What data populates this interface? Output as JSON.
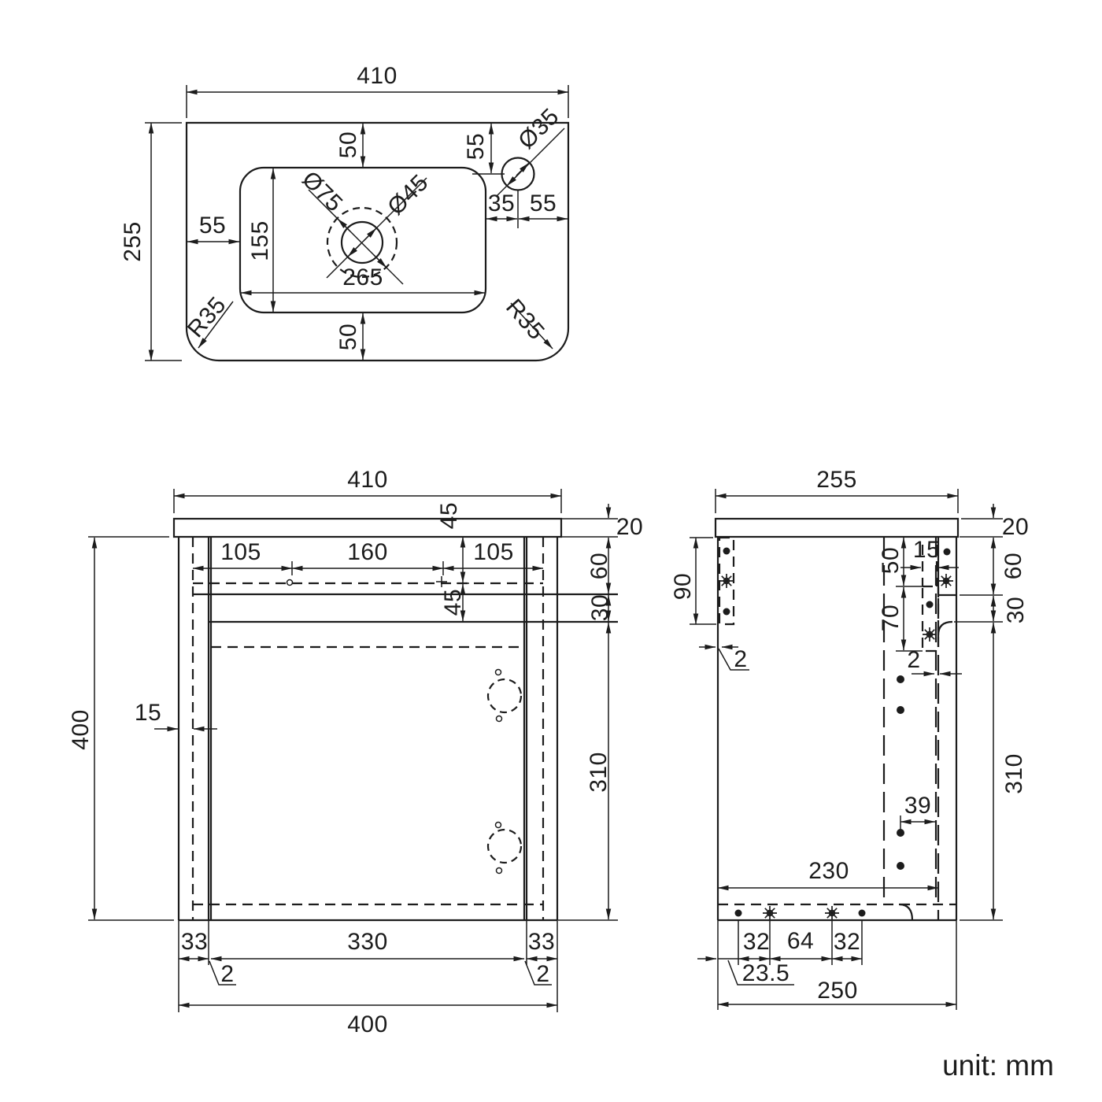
{
  "unit_label": "unit: mm",
  "top_view": {
    "width": "410",
    "depth": "255",
    "cutout_top_gap": "50",
    "cutout_bottom_gap": "50",
    "cutout_left_gap": "55",
    "cutout_width": "265",
    "cutout_height": "155",
    "drain_outer_dia": "Ø75",
    "drain_inner_dia": "Ø45",
    "faucet_dia": "Ø35",
    "faucet_top_offset": "55",
    "faucet_from_cutout": "35",
    "faucet_from_edge": "55",
    "corner_radius_left": "R35",
    "corner_radius_right": "R35"
  },
  "front_view": {
    "top_width": "410",
    "counter_thickness": "20",
    "offset_left": "105",
    "offset_center": "160",
    "offset_right": "105",
    "rail_depth_a": "45",
    "rail_depth_b": "45",
    "rail_height": "60",
    "gap_under_rail": "30",
    "side_thickness": "15",
    "body_height": "400",
    "door_height": "310",
    "bottom_left": "33",
    "door_width": "330",
    "bottom_right": "33",
    "gap_left": "2",
    "gap_right": "2",
    "total_width": "400"
  },
  "side_view": {
    "depth": "255",
    "counter_thickness": "20",
    "strip_length": "90",
    "front_gap": "2",
    "bracket_top_offset": "50",
    "bracket_width": "15",
    "bracket_height": "70",
    "rail_height": "60",
    "gap_under_rail": "30",
    "back_gap": "2",
    "door_height": "310",
    "hinge_hole_offset": "39",
    "inner_depth": "230",
    "screw_32a": "32",
    "screw_64": "64",
    "screw_32b": "32",
    "screw_edge_offset": "23.5",
    "total_depth": "250"
  }
}
